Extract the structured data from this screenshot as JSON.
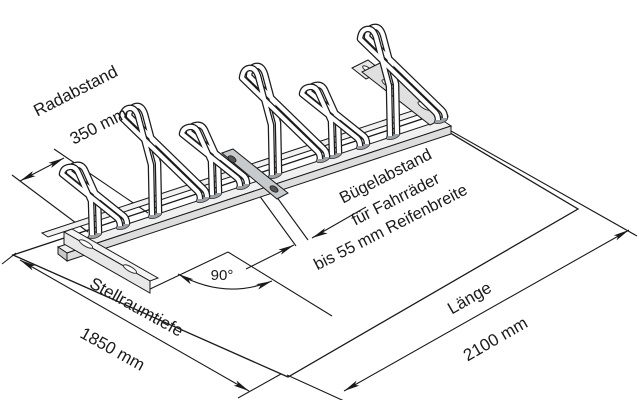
{
  "diagram": {
    "title": "bicycle-rack-dimension-drawing",
    "annotations": {
      "radabstand": {
        "label": "Radabstand",
        "value": "350 mm"
      },
      "buegelabstand": {
        "line1": "Bügelabstand",
        "line2": "für Fahrräder",
        "line3": "bis 55 mm Reifenbreite"
      },
      "angle": {
        "value": "90°"
      },
      "stellraumtiefe": {
        "label": "Stellraumtiefe",
        "value": "1850 mm"
      },
      "laenge": {
        "label": "Länge",
        "value": "2100 mm"
      }
    },
    "colors": {
      "line": "#1a1a1a",
      "metal_light": "#f0f0f0",
      "metal_mid": "#dddddd",
      "brace_gray": "#c6cacd",
      "background": "#ffffff"
    }
  }
}
